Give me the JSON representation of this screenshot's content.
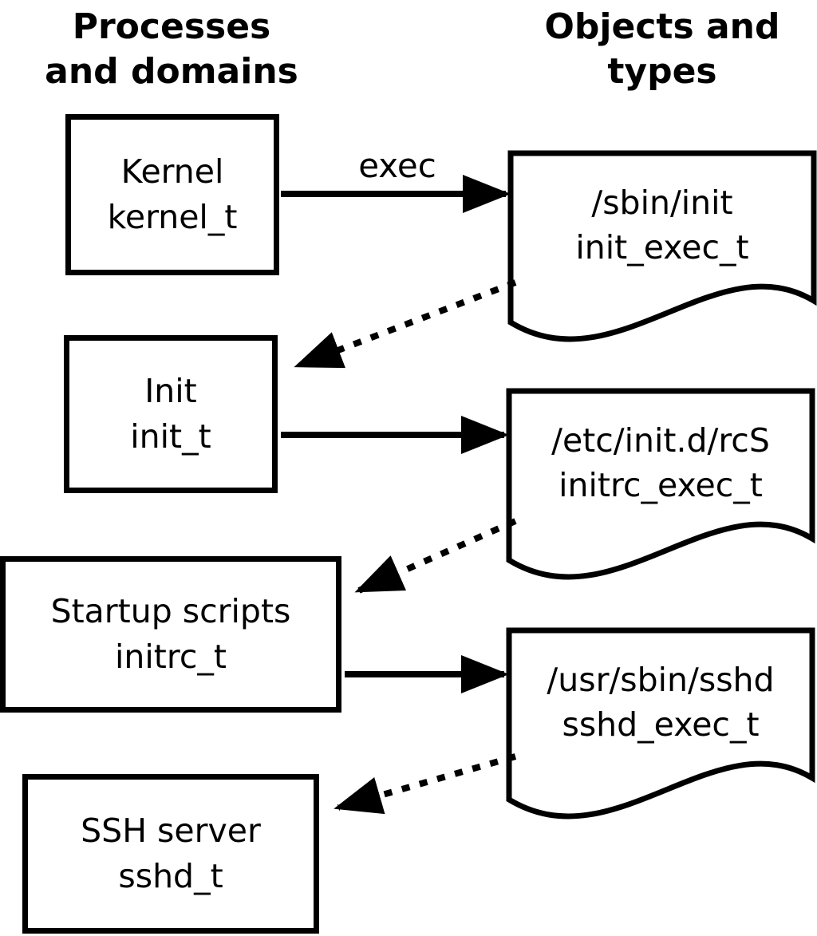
{
  "headers": {
    "left": {
      "line1": "Processes",
      "line2": "and domains"
    },
    "right": {
      "line1": "Objects and",
      "line2": "types"
    }
  },
  "labels": {
    "exec": "exec"
  },
  "processes": [
    {
      "name": "Kernel",
      "type": "kernel_t"
    },
    {
      "name": "Init",
      "type": "init_t"
    },
    {
      "name": "Startup scripts",
      "type": "initrc_t"
    },
    {
      "name": "SSH server",
      "type": "sshd_t"
    }
  ],
  "objects": [
    {
      "path": "/sbin/init",
      "type": "init_exec_t"
    },
    {
      "path": "/etc/init.d/rcS",
      "type": "initrc_exec_t"
    },
    {
      "path": "/usr/sbin/sshd",
      "type": "sshd_exec_t"
    }
  ],
  "edges": [
    {
      "from": "Kernel (kernel_t)",
      "to": "/sbin/init (init_exec_t)",
      "style": "solid",
      "label": "exec"
    },
    {
      "from": "/sbin/init (init_exec_t)",
      "to": "Init (init_t)",
      "style": "dotted",
      "label": ""
    },
    {
      "from": "Init (init_t)",
      "to": "/etc/init.d/rcS (initrc_exec_t)",
      "style": "solid",
      "label": ""
    },
    {
      "from": "/etc/init.d/rcS (initrc_exec_t)",
      "to": "Startup scripts (initrc_t)",
      "style": "dotted",
      "label": ""
    },
    {
      "from": "Startup scripts (initrc_t)",
      "to": "/usr/sbin/sshd (sshd_exec_t)",
      "style": "solid",
      "label": ""
    },
    {
      "from": "/usr/sbin/sshd (sshd_exec_t)",
      "to": "SSH server (sshd_t)",
      "style": "dotted",
      "label": ""
    }
  ],
  "colors": {
    "line": "#000000",
    "fill": "#ffffff",
    "text": "#000000"
  }
}
